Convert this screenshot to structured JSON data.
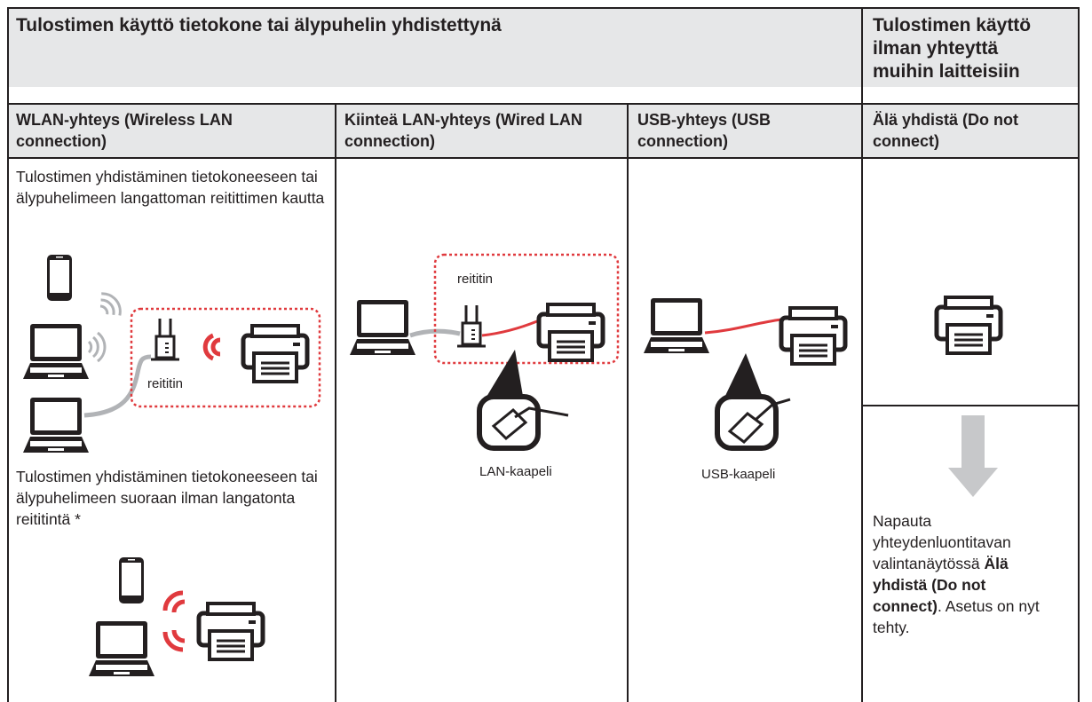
{
  "header": {
    "connected_title": "Tulostimen käyttö tietokone tai älypuhelin yhdistettynä",
    "standalone_title": "Tulostimen käyttö ilman yhteyttä muihin laitteisiin"
  },
  "columns": [
    {
      "title": "WLAN-yhteys (Wireless LAN connection)"
    },
    {
      "title": "Kiinteä LAN-yhteys (Wired LAN connection)"
    },
    {
      "title": "USB-yhteys (USB connection)"
    },
    {
      "title": "Älä yhdistä (Do not connect)"
    }
  ],
  "wlan": {
    "router_text": "Tulostimen yhdistäminen tietokoneeseen tai älypuhelimeen langattoman reitittimen kautta",
    "router_label": "reititin",
    "direct_text": "Tulostimen yhdistäminen tietokoneeseen tai älypuhelimeen suoraan ilman langatonta reititintä *"
  },
  "wired": {
    "router_label": "reititin",
    "cable_label": "LAN-kaapeli"
  },
  "usb": {
    "cable_label": "USB-kaapeli"
  },
  "noconnect": {
    "instr_pre": "Napauta yhteydenluontitavan valintanäytössä ",
    "instr_bold": "Älä yhdistä (Do not connect)",
    "instr_post": ". Asetus on nyt tehty."
  },
  "colors": {
    "accent_red": "#e03a3e",
    "header_gray": "#e6e7e8",
    "cable_gray": "#b1b3b6",
    "arrow_gray": "#c7c8ca"
  }
}
